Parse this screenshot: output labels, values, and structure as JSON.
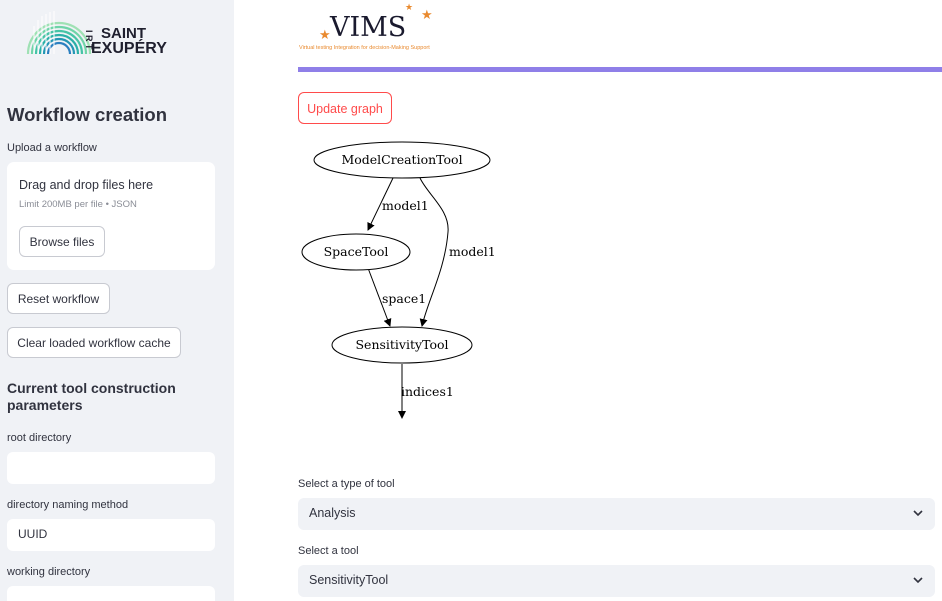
{
  "sidebar": {
    "logo": {
      "line1": "SAINT",
      "line2": "EXUPÉRY",
      "irt": "I R T"
    },
    "title": "Workflow creation",
    "upload": {
      "label": "Upload a workflow",
      "drag_text": "Drag and drop files here",
      "limit_text": "Limit 200MB per file • JSON",
      "browse_label": "Browse files"
    },
    "reset_label": "Reset workflow",
    "clear_label": "Clear loaded workflow cache",
    "params_title": "Current tool construction parameters",
    "fields": [
      {
        "label": "root directory",
        "value": ""
      },
      {
        "label": "directory naming method",
        "value": "UUID"
      },
      {
        "label": "working directory",
        "value": ""
      }
    ]
  },
  "header": {
    "logo_word": "VIMS",
    "logo_tagline": "Virtual testing Integration for decision-Making Support",
    "accent": "#8f7fe8"
  },
  "update_label": "Update graph",
  "graph": {
    "nodes": [
      "ModelCreationTool",
      "SpaceTool",
      "SensitivityTool"
    ],
    "edges": [
      {
        "from": "ModelCreationTool",
        "to": "SpaceTool",
        "label": "model1"
      },
      {
        "from": "ModelCreationTool",
        "to": "SensitivityTool",
        "label": "model1"
      },
      {
        "from": "SpaceTool",
        "to": "SensitivityTool",
        "label": "space1"
      },
      {
        "from": "SensitivityTool",
        "to": "",
        "label": "indices1"
      }
    ]
  },
  "tool_type": {
    "label": "Select a type of tool",
    "value": "Analysis"
  },
  "tool": {
    "label": "Select a tool",
    "value": "SensitivityTool"
  },
  "colors": {
    "primary": "#ff4b4b",
    "sidebar_bg": "#f0f2f6",
    "star": "#e98a2f"
  }
}
